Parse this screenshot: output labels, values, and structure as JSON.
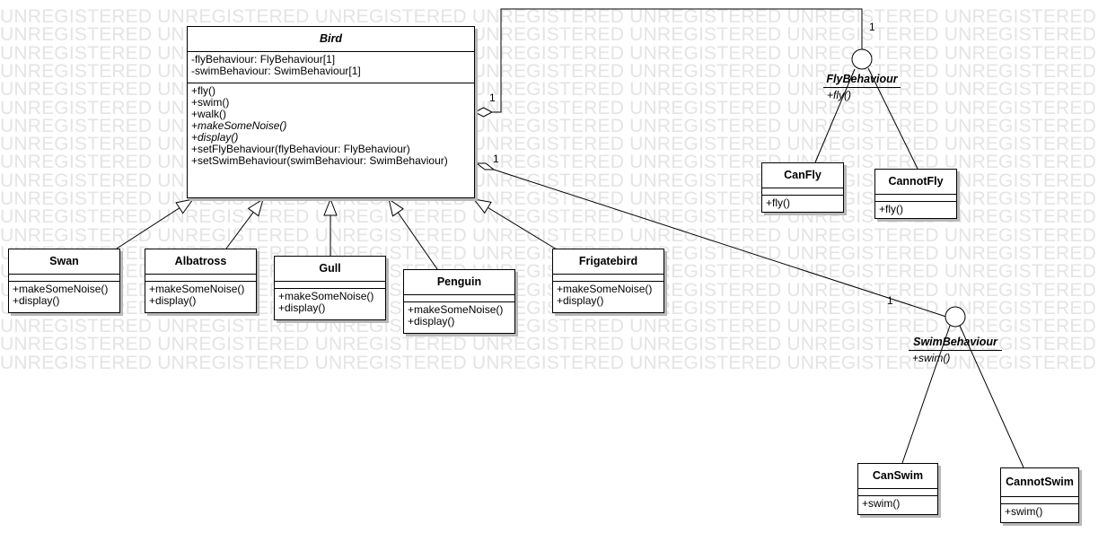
{
  "watermark": "UNREGISTERED UNREGISTERED UNREGISTERED UNREGISTERED UNREGISTERED UNREGISTERED UNREGISTERED",
  "bird": {
    "name": "Bird",
    "attributes": [
      "-flyBehaviour: FlyBehaviour[1]",
      "-swimBehaviour: SwimBehaviour[1]"
    ],
    "operations": [
      {
        "text": "+fly()",
        "italic": false
      },
      {
        "text": "+swim()",
        "italic": false
      },
      {
        "text": "+walk()",
        "italic": false
      },
      {
        "text": "+makeSomeNoise()",
        "italic": true
      },
      {
        "text": "+display()",
        "italic": true
      },
      {
        "text": "+setFlyBehaviour(flyBehaviour: FlyBehaviour)",
        "italic": false
      },
      {
        "text": "+setSwimBehaviour(swimBehaviour: SwimBehaviour)",
        "italic": false
      }
    ]
  },
  "subclasses": {
    "swan": {
      "name": "Swan",
      "ops": [
        "+makeSomeNoise()",
        "+display()"
      ]
    },
    "albatross": {
      "name": "Albatross",
      "ops": [
        "+makeSomeNoise()",
        "+display()"
      ]
    },
    "gull": {
      "name": "Gull",
      "ops": [
        "+makeSomeNoise()",
        "+display()"
      ]
    },
    "penguin": {
      "name": "Penguin",
      "ops": [
        "+makeSomeNoise()",
        "+display()"
      ]
    },
    "frigatebird": {
      "name": "Frigatebird",
      "ops": [
        "+makeSomeNoise()",
        "+display()"
      ]
    }
  },
  "fly_behaviour": {
    "name": "FlyBehaviour",
    "op": "+fly()"
  },
  "swim_behaviour": {
    "name": "SwimBehaviour",
    "op": "+swim()"
  },
  "implementations": {
    "canfly": {
      "name": "CanFly",
      "op": "+fly()"
    },
    "cannotfly": {
      "name": "CannotFly",
      "op": "+fly()"
    },
    "canswim": {
      "name": "CanSwim",
      "op": "+swim()"
    },
    "cannotswim": {
      "name": "CannotSwim",
      "op": "+swim()"
    }
  },
  "multiplicities": {
    "bird_fly": "1",
    "fly_end": "1",
    "bird_swim": "1",
    "swim_end": "1"
  }
}
